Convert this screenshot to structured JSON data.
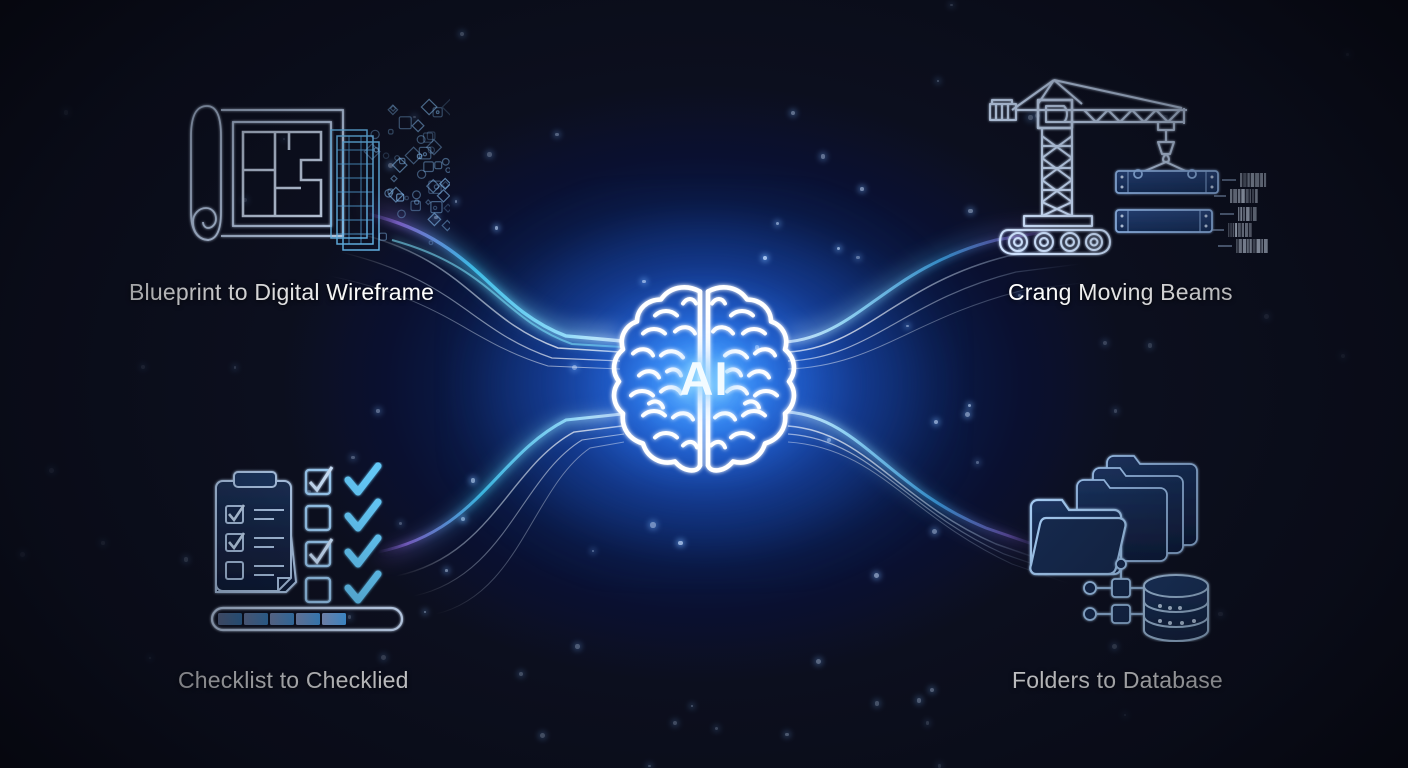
{
  "scene": {
    "title": "AI transformation infographic",
    "background_color": "#0d1020",
    "accent_color": "#4aa8ff",
    "glow_color": "#8ad4ff",
    "stream_colors": [
      "#7fe3ff",
      "#38b9f5",
      "#8a6bdc",
      "#c9e8ff"
    ],
    "icon_stroke_color": "#cfe3ff"
  },
  "center": {
    "label": "AI",
    "icon": "brain-icon",
    "description": "Glowing outlined brain with AI label at the convergence point"
  },
  "nodes": [
    {
      "id": "blueprint",
      "caption": "Blueprint to Digital Wireframe",
      "icon": "blueprint-wireframe-icon",
      "position": "top-left"
    },
    {
      "id": "crane",
      "caption": "Crang Moving Beams",
      "icon": "tower-crane-icon",
      "position": "top-right"
    },
    {
      "id": "checklist",
      "caption": "Checklist to Checklied",
      "icon": "clipboard-checklist-icon",
      "position": "bottom-left",
      "progress_segments_filled": 5,
      "progress_segments_total": 11
    },
    {
      "id": "folders",
      "caption": "Folders to Database",
      "icon": "folders-database-icon",
      "position": "bottom-right"
    }
  ],
  "decor": {
    "checkmark_glyph": "✓",
    "star_count": 96,
    "particle_count": 54
  }
}
